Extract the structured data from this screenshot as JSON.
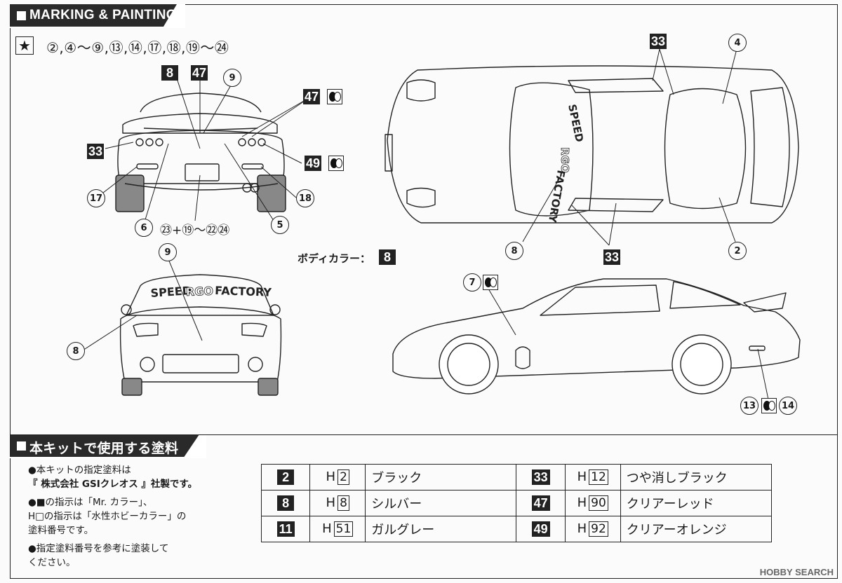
{
  "section1": {
    "title": "MARKING & PAINTING"
  },
  "star_codes": "②,④〜⑨,⑬,⑭,⑰,⑱,⑲〜㉔",
  "body_color": {
    "label": "ボディカラー：",
    "code": "8"
  },
  "tags": {
    "rear_8": "8",
    "rear_47": "47",
    "rear_47b": "47",
    "rear_33": "33",
    "rear_49": "49",
    "top_33a": "33",
    "top_33b": "33"
  },
  "markers": {
    "rear_9": "9",
    "rear_17": "17",
    "rear_6": "6",
    "rear_5": "5",
    "rear_18": "18",
    "rear_combo": "㉓+⑲〜㉒㉔",
    "top_4": "4",
    "top_8": "8",
    "top_2": "2",
    "front_9": "9",
    "front_8": "8",
    "side_7": "7",
    "side_13": "13",
    "side_14": "14"
  },
  "decal_text": {
    "speed": "SPEED",
    "rgo": "RGO",
    "factory": "FACTORY"
  },
  "section2": {
    "title": "本キットで使用する塗料"
  },
  "notes": [
    "●本キットの指定塗料は",
    "『 株式会社 GSIクレオス 』社製です。",
    "●■の指示は「Mr. カラー」、",
    "H□の指示は「水性ホビーカラー」の",
    "塗料番号です。",
    "●指定塗料番号を参考に塗装して",
    "ください。"
  ],
  "paints": [
    {
      "code": "2",
      "h": "2",
      "name": "ブラック",
      "code2": "33",
      "h2": "12",
      "name2": "つや消しブラック"
    },
    {
      "code": "8",
      "h": "8",
      "name": "シルバー",
      "code2": "47",
      "h2": "90",
      "name2": "クリアーレッド"
    },
    {
      "code": "11",
      "h": "51",
      "name": "ガルグレー",
      "code2": "49",
      "h2": "92",
      "name2": "クリアーオレンジ"
    }
  ],
  "h_prefix": "H",
  "watermark": "HOBBY SEARCH"
}
